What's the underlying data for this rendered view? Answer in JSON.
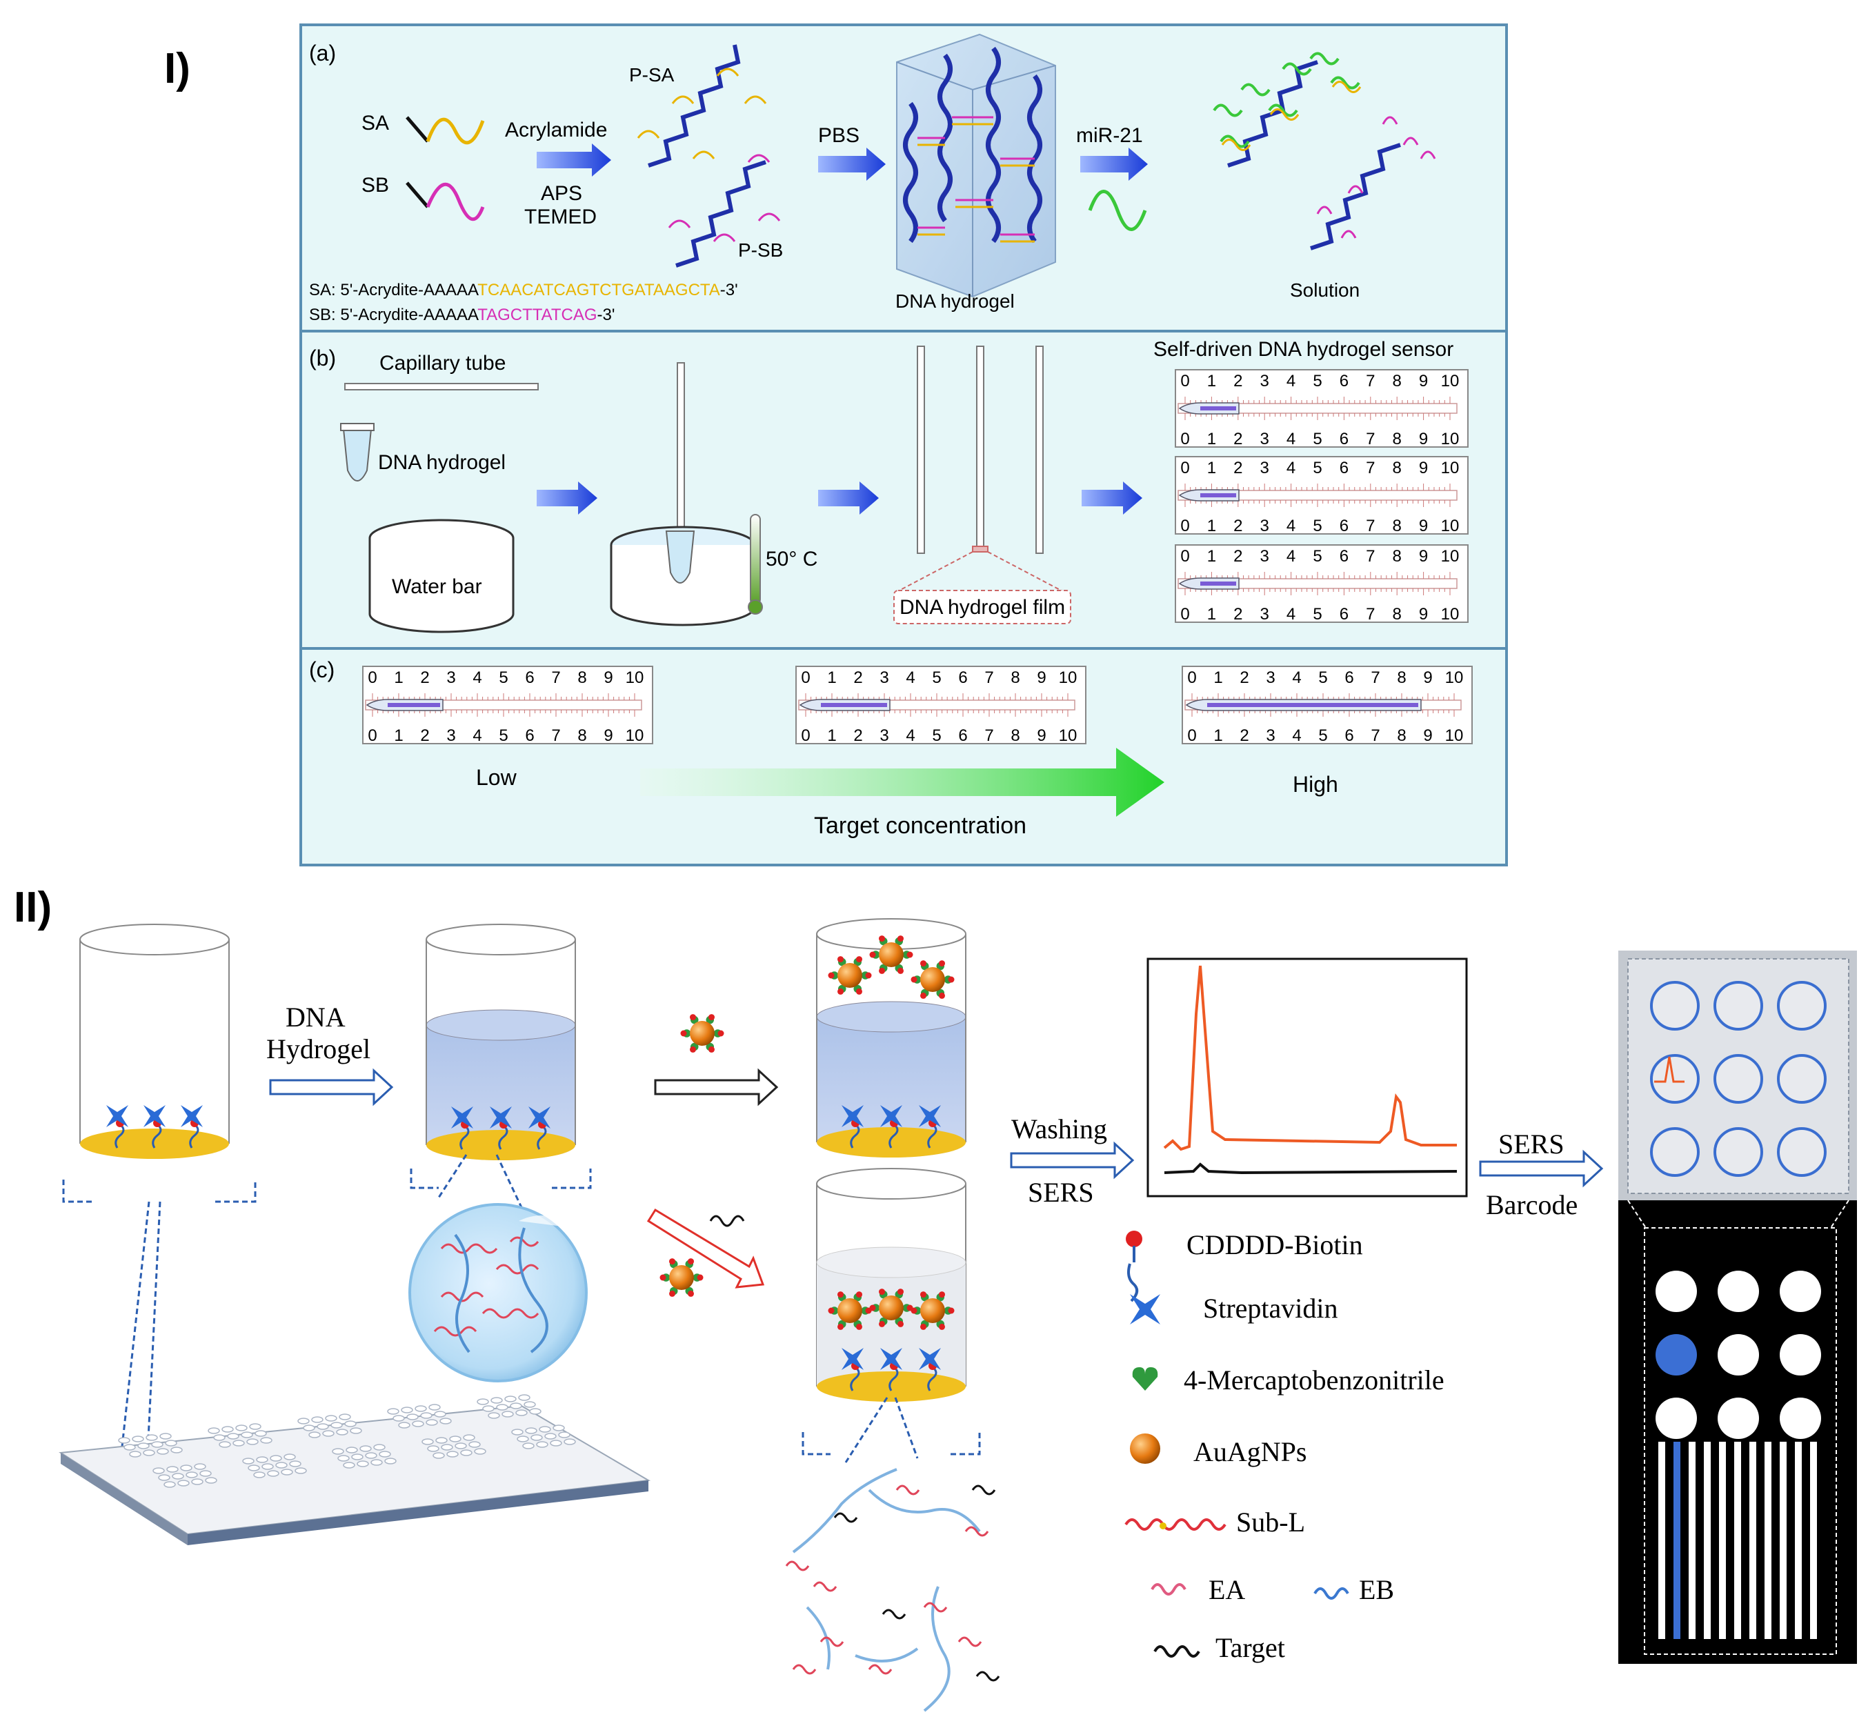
{
  "part_labels": {
    "one": "I)",
    "two": "II)"
  },
  "panel_a": {
    "tag": "(a)",
    "sa_label": "SA",
    "sb_label": "SB",
    "reagent1": "Acrylamide",
    "reagent2": "APS",
    "reagent3": "TEMED",
    "psa_label": "P-SA",
    "psb_label": "P-SB",
    "pbs_label": "PBS",
    "hydrogel_label": "DNA hydrogel",
    "mir_label": "miR-21",
    "solution_label": "Solution",
    "seq_sa_prefix": "SA: 5'-Acrydite-AAAAA",
    "seq_sa_colored": "TCAACATCAGTCTGATAAGCTA",
    "seq_sa_suffix": "-3'",
    "seq_sb_prefix": "SB: 5'-Acrydite-AAAAA",
    "seq_sb_colored": "TAGCTTATCAG",
    "seq_sb_suffix": "-3'"
  },
  "panel_b": {
    "tag": "(b)",
    "capillary_label": "Capillary tube",
    "hydrogel_label": "DNA hydrogel",
    "water_label": "Water bar",
    "temp_label": "50° C",
    "film_label": "DNA hydrogel film",
    "sensor_label": "Self-driven DNA hydrogel sensor"
  },
  "panel_c": {
    "tag": "(c)",
    "low_label": "Low",
    "high_label": "High",
    "axis_label": "Target concentration"
  },
  "ruler_ticks": [
    "0",
    "1",
    "2",
    "3",
    "4",
    "5",
    "6",
    "7",
    "8",
    "9",
    "10"
  ],
  "panel_ii": {
    "step1_line1": "DNA",
    "step1_line2": "Hydrogel",
    "step2_line1": "Washing",
    "step2_line2": "SERS",
    "step3_line1": "SERS",
    "step3_line2": "Barcode"
  },
  "legend": [
    {
      "icon": "cdddd-biotin-icon",
      "label": "CDDDD-Biotin"
    },
    {
      "icon": "streptavidin-icon",
      "label": "Streptavidin"
    },
    {
      "icon": "mercaptobenzonitrile-icon",
      "label": "4-Mercaptobenzonitrile"
    },
    {
      "icon": "auagnp-icon",
      "label": "AuAgNPs"
    },
    {
      "icon": "sub-l-icon",
      "label": "Sub-L"
    },
    {
      "icon": "ea-icon",
      "label": "EA"
    },
    {
      "icon": "eb-icon",
      "label": "EB"
    },
    {
      "icon": "target-icon",
      "label": "Target"
    }
  ],
  "colors": {
    "panel_bg": "#e6f7f8",
    "panel_border": "#5a8fb3",
    "dna_blue": "#1f2fa8",
    "sa_yellow": "#e8b400",
    "sb_magenta": "#d62fb5",
    "mir_green": "#3ac83a",
    "gold": "#f0c020",
    "spectrum_orange": "#ee5a24",
    "barcode_blue": "#3b6fd4"
  }
}
